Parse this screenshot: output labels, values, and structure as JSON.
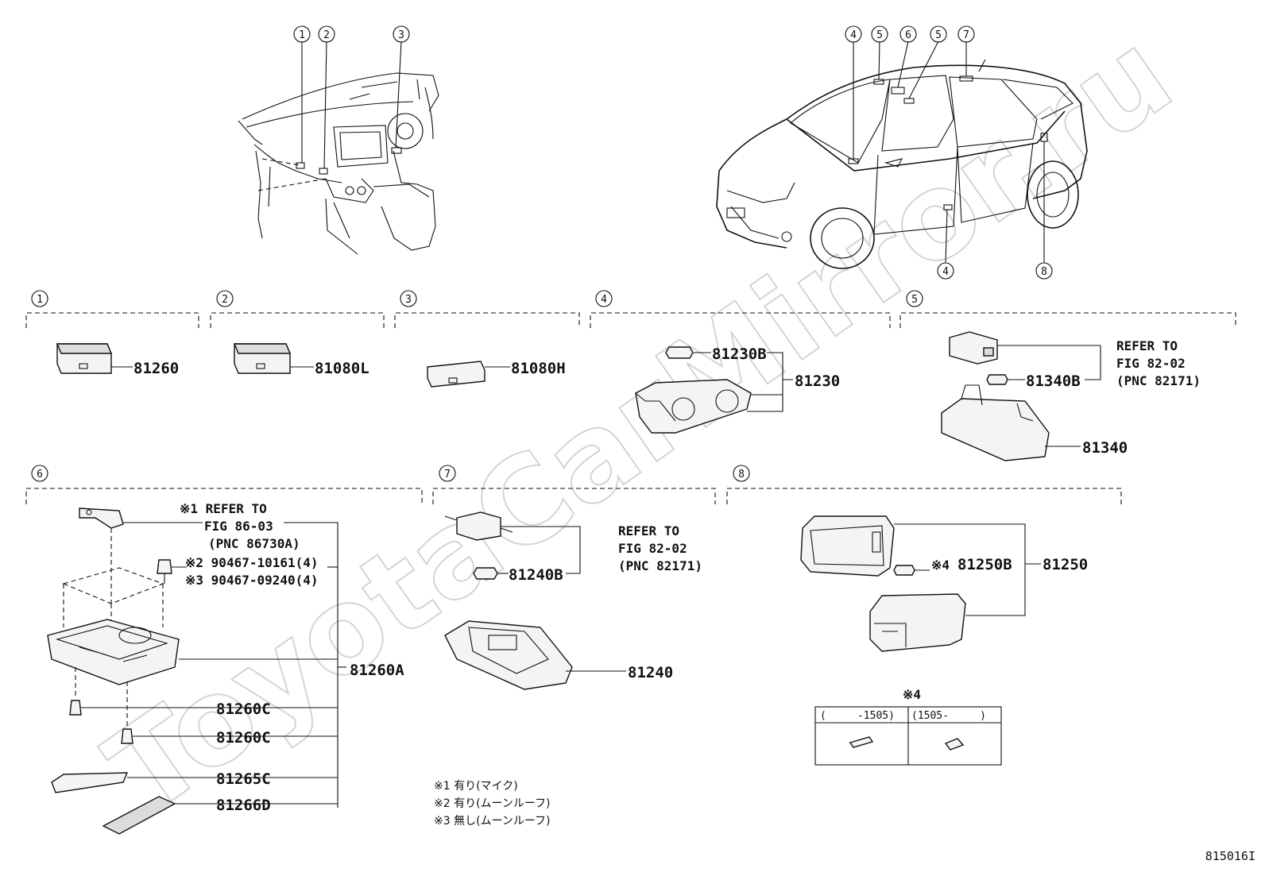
{
  "watermark": "ToyotaCarMirror.ru",
  "figure_id": "815016I",
  "overview_callouts": {
    "dash": [
      "1",
      "2",
      "3"
    ],
    "car_top": [
      "4",
      "5",
      "6",
      "5",
      "7"
    ],
    "car_bottom": [
      "4",
      "8"
    ]
  },
  "sections": [
    {
      "num": "1",
      "parts": [
        "81260"
      ]
    },
    {
      "num": "2",
      "parts": [
        "81080L"
      ]
    },
    {
      "num": "3",
      "parts": [
        "81080H"
      ]
    },
    {
      "num": "4",
      "parts": [
        "81230B",
        "81230"
      ]
    },
    {
      "num": "5",
      "parts": [
        "81340B",
        "81340"
      ],
      "refer": [
        "REFER TO",
        "FIG 82-02",
        "(PNC 82171)"
      ]
    },
    {
      "num": "6",
      "parts": [
        "81260A",
        "81260C",
        "81260C",
        "81265C",
        "81266D"
      ],
      "refer": [
        "※1 REFER TO",
        "FIG 86-03",
        "(PNC 86730A)"
      ],
      "screws": [
        "※2 90467-10161(4)",
        "※3 90467-09240(4)"
      ]
    },
    {
      "num": "7",
      "parts": [
        "81240B",
        "81240"
      ],
      "refer": [
        "REFER TO",
        "FIG 82-02",
        "(PNC 82171)"
      ]
    },
    {
      "num": "8",
      "parts": [
        "81250B",
        "81250"
      ],
      "note_mark": "※4"
    }
  ],
  "notes": [
    "※1 有り(マイク)",
    "※2 有り(ムーンルーフ)",
    "※3 無し(ムーンルーフ)"
  ],
  "note4_table": {
    "title": "※4",
    "headers": [
      "(     -1505)",
      "(1505-     )"
    ]
  }
}
